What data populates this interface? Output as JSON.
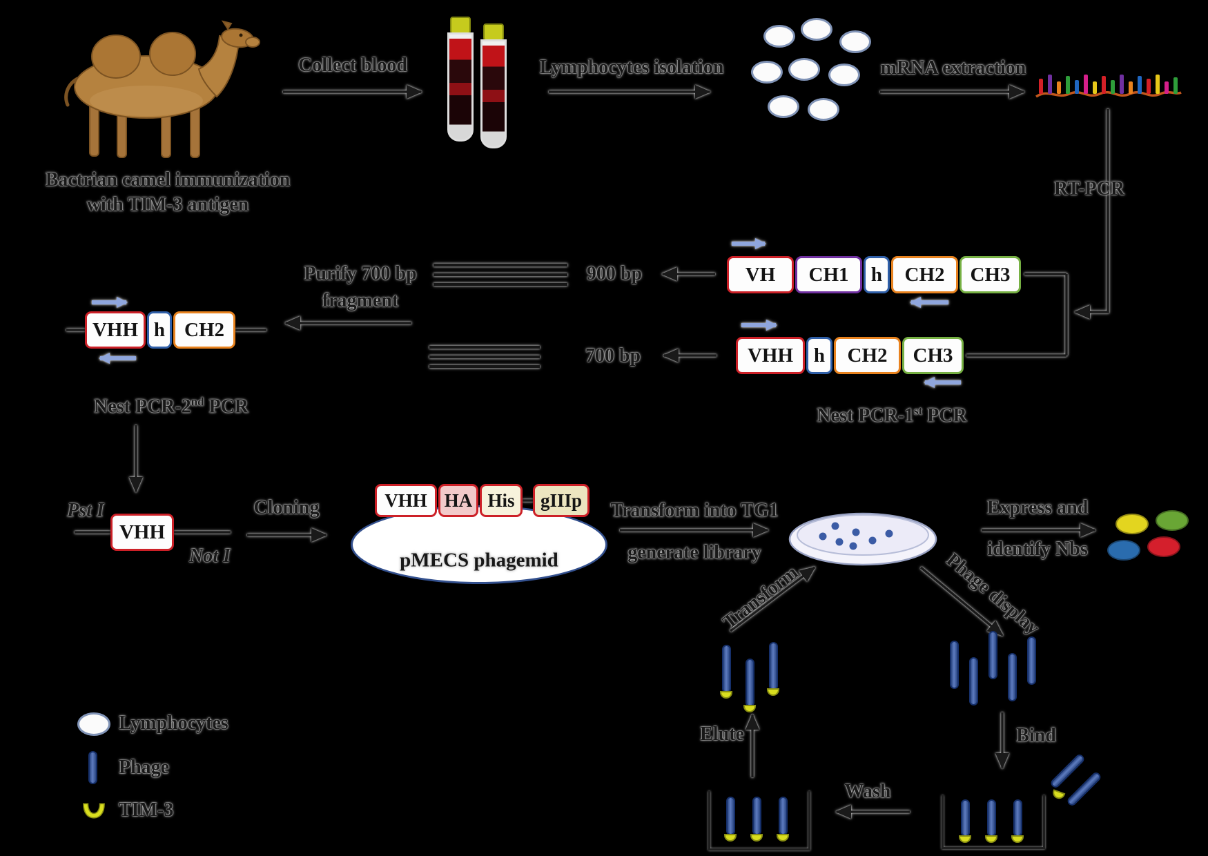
{
  "colors": {
    "background": "#000000",
    "box_red": "#cc2027",
    "box_purple": "#7030a0",
    "box_blue": "#2f5fa8",
    "box_orange": "#e8821e",
    "box_green": "#76b043",
    "primer_arrow_blue": "#8fa6dd",
    "phage_blue": "#33508e",
    "tim3_yellow": "#d9de1f",
    "tube_cap_yellow": "#c6cb1d",
    "blood_red": "#a01014",
    "camel_brown": "#b5823f",
    "dish_dot_blue": "#3b5ba5",
    "nb_yellow": "#e3d51f",
    "nb_green": "#69a635",
    "nb_blue": "#2a6cae",
    "nb_red": "#d41f2c"
  },
  "camel": {
    "caption_line1": "Bactrian camel immunization",
    "caption_line2": "with TIM-3 antigen"
  },
  "steps": {
    "collect_blood": "Collect blood",
    "lymphocytes_isolation": "Lymphocytes isolation",
    "mrna_extraction": "mRNA extraction",
    "rt_pcr": "RT-PCR",
    "cloning": "Cloning",
    "transform_tg1_line1": "Transform into TG1",
    "transform_tg1_line2": "generate library",
    "express_line1": "Express and",
    "express_line2": "identify Nbs",
    "purify_line1": "Purify 700 bp",
    "purify_line2": "fragment",
    "transform": "Transform",
    "phage_display": "Phage display",
    "bind": "Bind",
    "wash": "Wash",
    "elute": "Elute"
  },
  "pcr": {
    "band_900": "900 bp",
    "band_700": "700 bp",
    "nest1_pre": "Nest PCR-1",
    "nest1_sup": "st",
    "nest1_post": " PCR",
    "nest2_pre": "Nest PCR-2",
    "nest2_sup": "nd",
    "nest2_post": " PCR"
  },
  "constructs": {
    "heavy": {
      "vh": "VH",
      "ch1": "CH1",
      "h": "h",
      "ch2": "CH2",
      "ch3": "CH3"
    },
    "hcab": {
      "vhh": "VHH",
      "h": "h",
      "ch2": "CH2",
      "ch3": "CH3"
    },
    "nested": {
      "vhh": "VHH",
      "h": "h",
      "ch2": "CH2"
    },
    "insert": {
      "enzyme_left": "Pst I",
      "vhh": "VHH",
      "enzyme_right": "Not I"
    }
  },
  "phagemid": {
    "vhh": "VHH",
    "ha": "HA",
    "his": "His",
    "giiip": "gIIIp",
    "label": "pMECS phagemid"
  },
  "legend": {
    "lymphocytes": "Lymphocytes",
    "phage": "Phage",
    "tim3": "TIM-3"
  }
}
